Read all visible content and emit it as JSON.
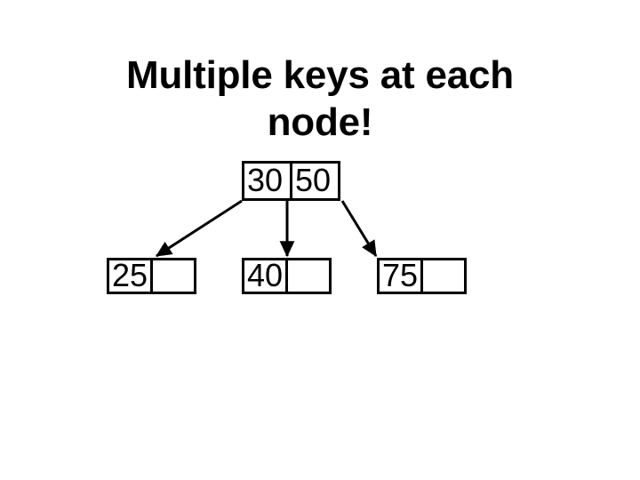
{
  "slide": {
    "title": "Multiple keys at each\nnode!",
    "title_lines": [
      "Multiple keys at each",
      "node!"
    ],
    "background_color": "#ffffff",
    "ink_color": "#000000"
  },
  "chart_data": {
    "type": "diagram",
    "diagram_kind": "b-tree",
    "title": "Multiple keys at each node!",
    "nodes": [
      {
        "id": "root",
        "role": "root",
        "cells": [
          "30",
          "50"
        ],
        "keys": [
          30,
          50
        ],
        "empty_slots": 0
      },
      {
        "id": "leaf-0",
        "role": "leaf",
        "cells": [
          "25",
          ""
        ],
        "keys": [
          25
        ],
        "empty_slots": 1
      },
      {
        "id": "leaf-1",
        "role": "leaf",
        "cells": [
          "40",
          ""
        ],
        "keys": [
          40
        ],
        "empty_slots": 1
      },
      {
        "id": "leaf-2",
        "role": "leaf",
        "cells": [
          "75",
          ""
        ],
        "keys": [
          75
        ],
        "empty_slots": 1
      }
    ],
    "edges": [
      {
        "from": "root",
        "to": "leaf-0",
        "style": "arrow",
        "direction": "down-left"
      },
      {
        "from": "root",
        "to": "leaf-1",
        "style": "arrow",
        "direction": "down"
      },
      {
        "from": "root",
        "to": "leaf-2",
        "style": "arrow",
        "direction": "down-right"
      }
    ]
  },
  "nodes": {
    "root": {
      "cell_0": "30",
      "cell_1": "50"
    },
    "leaf_0": {
      "cell_0": "25",
      "cell_1": ""
    },
    "leaf_1": {
      "cell_0": "40",
      "cell_1": ""
    },
    "leaf_2": {
      "cell_0": "75",
      "cell_1": ""
    }
  }
}
